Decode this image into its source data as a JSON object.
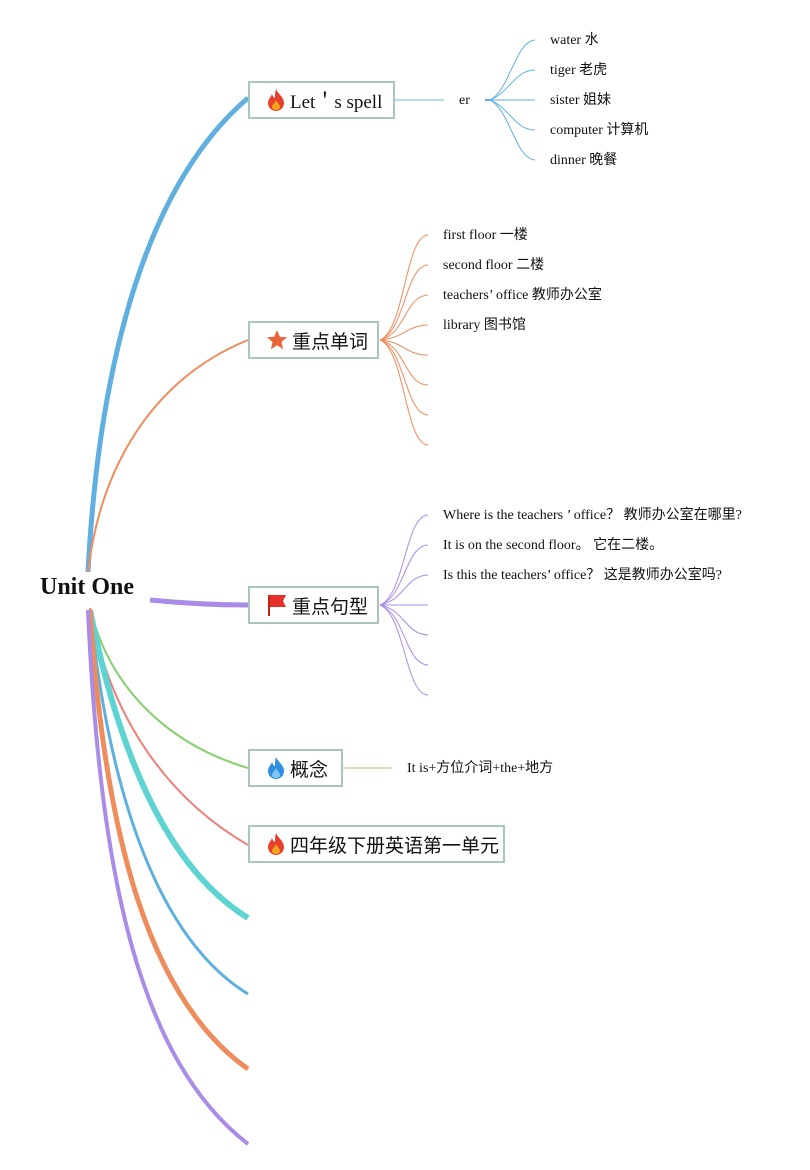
{
  "root": {
    "label": "Unit One"
  },
  "topics": {
    "spell": {
      "label": "Let＇s spell",
      "icon": "fire-icon"
    },
    "words": {
      "label": "重点单词",
      "icon": "star-icon"
    },
    "sentences": {
      "label": "重点句型",
      "icon": "flag-icon"
    },
    "concept": {
      "label": "概念",
      "icon": "blue-flame-icon"
    },
    "unit": {
      "label": "四年级下册英语第一单元",
      "icon": "fire-icon"
    }
  },
  "spell": {
    "sub": "er",
    "items": [
      "water 水",
      "tiger 老虎",
      "sister 姐妹",
      "computer 计算机",
      "dinner 晚餐"
    ]
  },
  "words": {
    "items": [
      "first floor 一楼",
      "second floor 二楼",
      "teachers’ office 教师办公室",
      "library 图书馆"
    ]
  },
  "sentences": {
    "items": [
      "Where is the teachers ’ office？ 教师办公室在哪里?",
      "It is on the second floor。 它在二楼。",
      "Is this the teachers’ office？ 这是教师办公室吗?"
    ]
  },
  "concept": {
    "item": "It is+方位介词+the+地方"
  },
  "colors": {
    "blue": "#5fb0e0",
    "orange": "#ee8c5c",
    "purple": "#a98be8",
    "green": "#86cf6e",
    "red": "#ee7e7a",
    "teal": "#5ed4d2",
    "box_border": "#a9c6bd"
  }
}
